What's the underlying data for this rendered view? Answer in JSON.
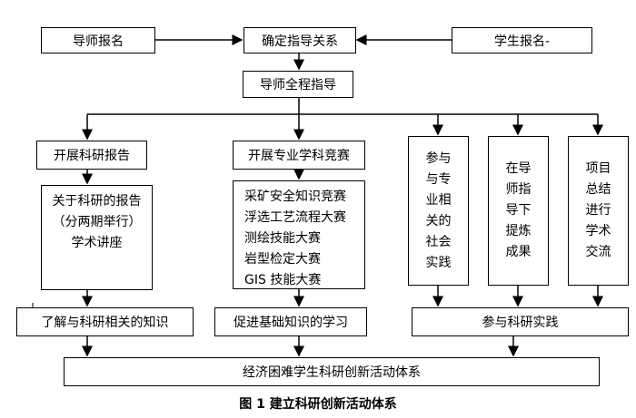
{
  "nodes": {
    "advisor_signup": "导师报名",
    "confirm_relation": "确定指导关系",
    "student_signup": "学生报名-",
    "advisor_guidance": "导师全程指导",
    "research_report": "开展科研报告",
    "competition": "开展专业学科竞赛",
    "social_practice": "参与与专业相关的社会实践",
    "guided_results": "在导师指导下提炼成果",
    "project_summary": "项目总结进行学术交流",
    "report_detail": "关于科研的报告（分两期举行）学术讲座",
    "competition_items": [
      "采矿安全知识竞赛",
      "浮选工艺流程大赛",
      "测绘技能大赛",
      "岩型检定大赛",
      "GIS 技能大赛"
    ],
    "learn_knowledge": "了解与科研相关的知识",
    "promote_learning": "促进基础知识的学习",
    "participate_research": "参与科研实践",
    "system": "经济困难学生科研创新活动体系"
  },
  "caption": "图 1    建立科研创新活动体系"
}
